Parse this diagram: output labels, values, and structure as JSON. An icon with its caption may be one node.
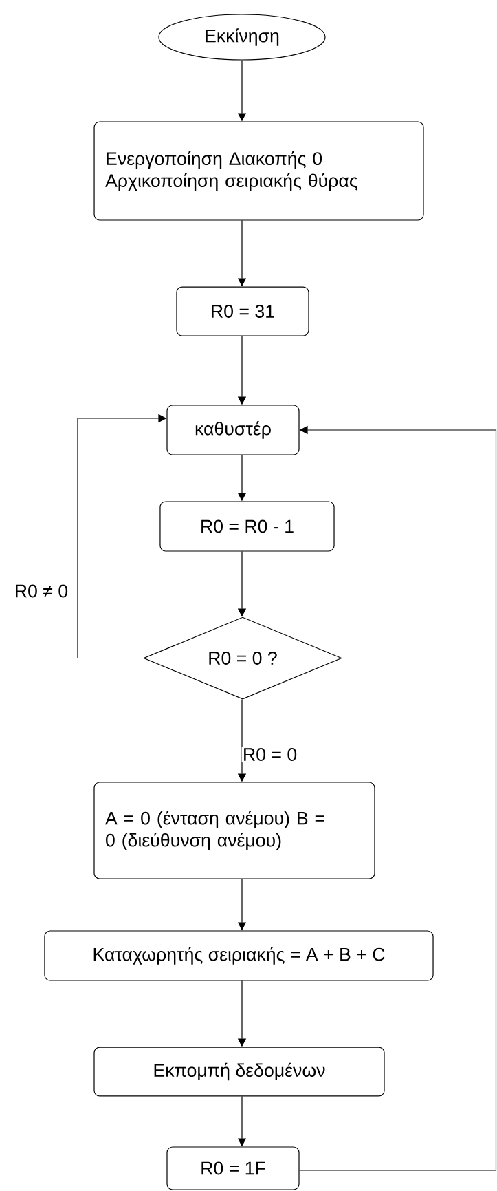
{
  "diagram": {
    "nodes": [
      {
        "text": [
          "Εκκίνηση"
        ]
      },
      {
        "text": [
          "Ενεργοποίηση Διακοπής 0 Αρχικοποίηση σειριακής θύρας"
        ]
      },
      {
        "text": [
          "R0 = 31"
        ]
      },
      {
        "text": [
          "καθυστέρ"
        ]
      },
      {
        "text": [
          "R0 = R0 - 1"
        ]
      },
      {
        "text": [
          "R0 = 0 ?"
        ]
      },
      {
        "text": [
          "A = 0 (ένταση ανέμου) B = 0 (διεύθυνση ανέμου)"
        ]
      },
      {
        "text": [
          "Καταχωρητής σειριακής = A + B + C"
        ]
      },
      {
        "text": [
          "Εκπομπή δεδομένων"
        ]
      },
      {
        "text": [
          "R0 = 1F"
        ]
      }
    ],
    "edges": [
      {
        "from": 0,
        "to": 1,
        "arrow": "to"
      },
      {
        "from": 1,
        "to": 2,
        "arrow": "to"
      },
      {
        "from": 2,
        "to": 3,
        "arrow": "to"
      },
      {
        "from": 3,
        "to": 4,
        "arrow": "to"
      },
      {
        "from": 4,
        "to": 5,
        "arrow": "to"
      },
      {
        "from": 5,
        "to": 3,
        "arrow": "to",
        "label": "R0 ≠ 0"
      },
      {
        "from": 5,
        "to": 6,
        "arrow": "to",
        "label": "R0 = 0"
      },
      {
        "from": 6,
        "to": 7,
        "arrow": "to"
      },
      {
        "from": 7,
        "to": 8,
        "arrow": "to"
      },
      {
        "from": 8,
        "to": 9,
        "arrow": "to"
      },
      {
        "from": 9,
        "to": 3,
        "arrow": "to"
      }
    ]
  }
}
